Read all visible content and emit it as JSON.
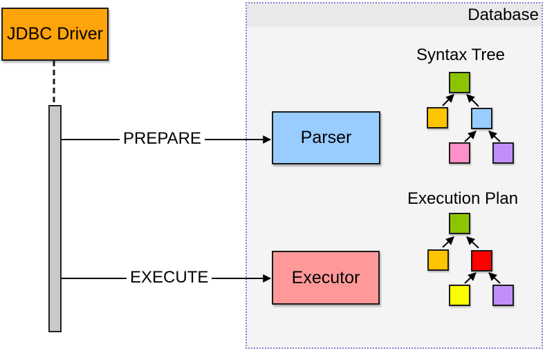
{
  "jdbc": {
    "label": "JDBC Driver",
    "fill": "#FFA30A"
  },
  "database": {
    "title": "Database",
    "body_fill": "#F4F4F5",
    "header_fill": "#E9E9EA",
    "border_color": "#8080CC"
  },
  "parser": {
    "label": "Parser",
    "fill": "#99CCFF"
  },
  "executor": {
    "label": "Executor",
    "fill": "#FF9999"
  },
  "messages": [
    {
      "label": "PREPARE"
    },
    {
      "label": "EXECUTE"
    }
  ],
  "syntax_tree": {
    "title": "Syntax Tree",
    "nodes": [
      {
        "name": "root-green",
        "color": "#8CC402"
      },
      {
        "name": "child-gold",
        "color": "#FFC400"
      },
      {
        "name": "child-blue",
        "color": "#99CCFF"
      },
      {
        "name": "leaf-pink",
        "color": "#FF8FC8"
      },
      {
        "name": "leaf-purple",
        "color": "#C28FFA"
      }
    ]
  },
  "execution_plan": {
    "title": "Execution Plan",
    "nodes": [
      {
        "name": "root-green",
        "color": "#8CC402"
      },
      {
        "name": "child-gold",
        "color": "#FFC400"
      },
      {
        "name": "child-red",
        "color": "#FF0000"
      },
      {
        "name": "leaf-yellow",
        "color": "#FCFC00"
      },
      {
        "name": "leaf-purple",
        "color": "#C28FFA"
      }
    ]
  }
}
